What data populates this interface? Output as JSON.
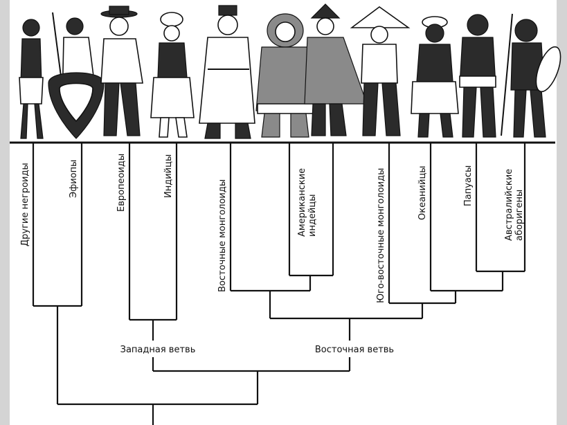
{
  "groups": [
    {
      "lines": [
        "Другие негроиды"
      ]
    },
    {
      "lines": [
        "Эфиопы"
      ]
    },
    {
      "lines": [
        "Европеоиды"
      ]
    },
    {
      "lines": [
        "Индийцы"
      ]
    },
    {
      "lines": [
        "Восточные монголоиды"
      ]
    },
    {
      "lines": [
        "Американские",
        "индейцы"
      ]
    },
    {
      "lines": [
        "Юго-восточные монголоиды"
      ]
    },
    {
      "lines": [
        "Океанийцы"
      ]
    },
    {
      "lines": [
        "Папуасы"
      ]
    },
    {
      "lines": [
        "Австралийские",
        "аборигены"
      ]
    }
  ],
  "branches": {
    "west": "Западная ветвь",
    "east": "Восточная ветвь"
  },
  "figures": [
    "figure-other-negroid",
    "figure-ethiopian",
    "figure-european",
    "figure-indian",
    "figure-east-mongoloid",
    "figure-eskimo",
    "figure-american-indian",
    "figure-southeast-mongoloid",
    "figure-oceanian",
    "figure-papuan",
    "figure-australian-aborigine"
  ],
  "colors": {
    "background": "#d4d4d4",
    "panel": "#ffffff",
    "ink": "#111111"
  }
}
